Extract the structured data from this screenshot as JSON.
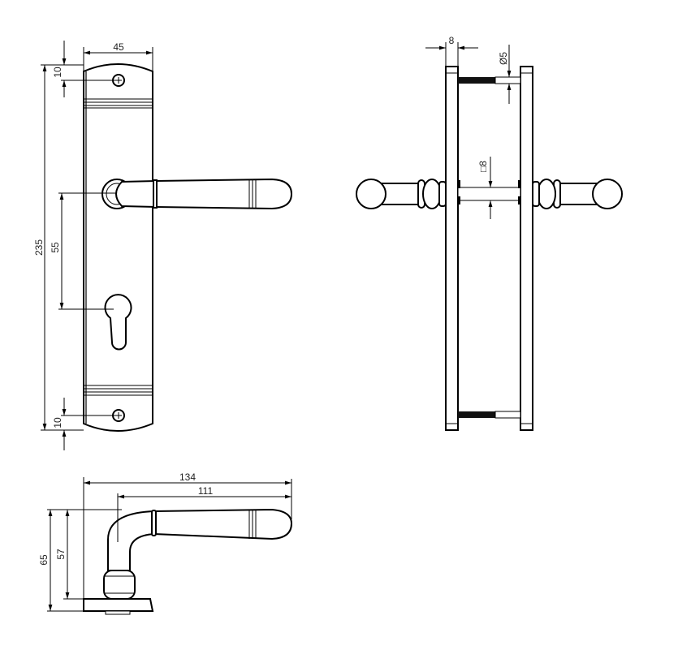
{
  "front_view": {
    "width_label": "45",
    "height_label": "235",
    "top_screw_label": "10",
    "bottom_screw_label": "10",
    "handle_to_keyhole_label": "55"
  },
  "side_view": {
    "plate_thickness_label": "8",
    "screw_diameter_label": "Ø5",
    "spindle_label": "□8"
  },
  "top_view": {
    "total_length_label": "134",
    "lever_length_label": "111",
    "total_height_label": "65",
    "lever_height_label": "57"
  },
  "line_color": "#000000"
}
